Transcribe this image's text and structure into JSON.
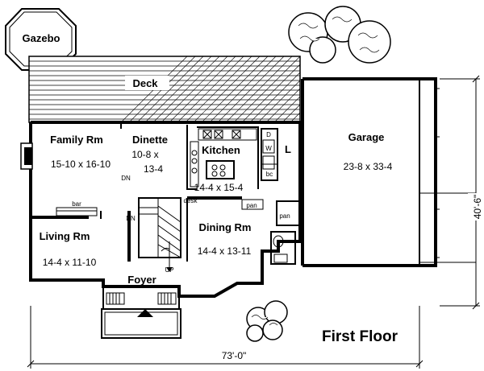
{
  "title": "First Floor",
  "overall_width": "73'-0\"",
  "overall_depth": "40'-6\"",
  "rooms": {
    "gazebo": "Gazebo",
    "deck": "Deck",
    "family": {
      "name": "Family Rm",
      "size": "15-10 x 16-10"
    },
    "dinette": {
      "name": "Dinette",
      "size_line1": "10-8 x",
      "size_line2": "13-4"
    },
    "kitchen": {
      "name": "Kitchen",
      "size": "14-4 x 15-4"
    },
    "garage": {
      "name": "Garage",
      "size": "23-8 x 33-4"
    },
    "living": {
      "name": "Living Rm",
      "size": "14-4 x 11-10"
    },
    "dining": {
      "name": "Dining Rm",
      "size": "14-4 x 13-11"
    },
    "foyer": "Foyer"
  },
  "fixtures": {
    "bar": "bar",
    "desk": "desk",
    "pan1": "pan",
    "pan2": "pan",
    "dn1": "DN",
    "dn2": "DN",
    "up": "UP",
    "laundry": "L",
    "dryer": "D",
    "washer": "W",
    "bc": "bc"
  }
}
